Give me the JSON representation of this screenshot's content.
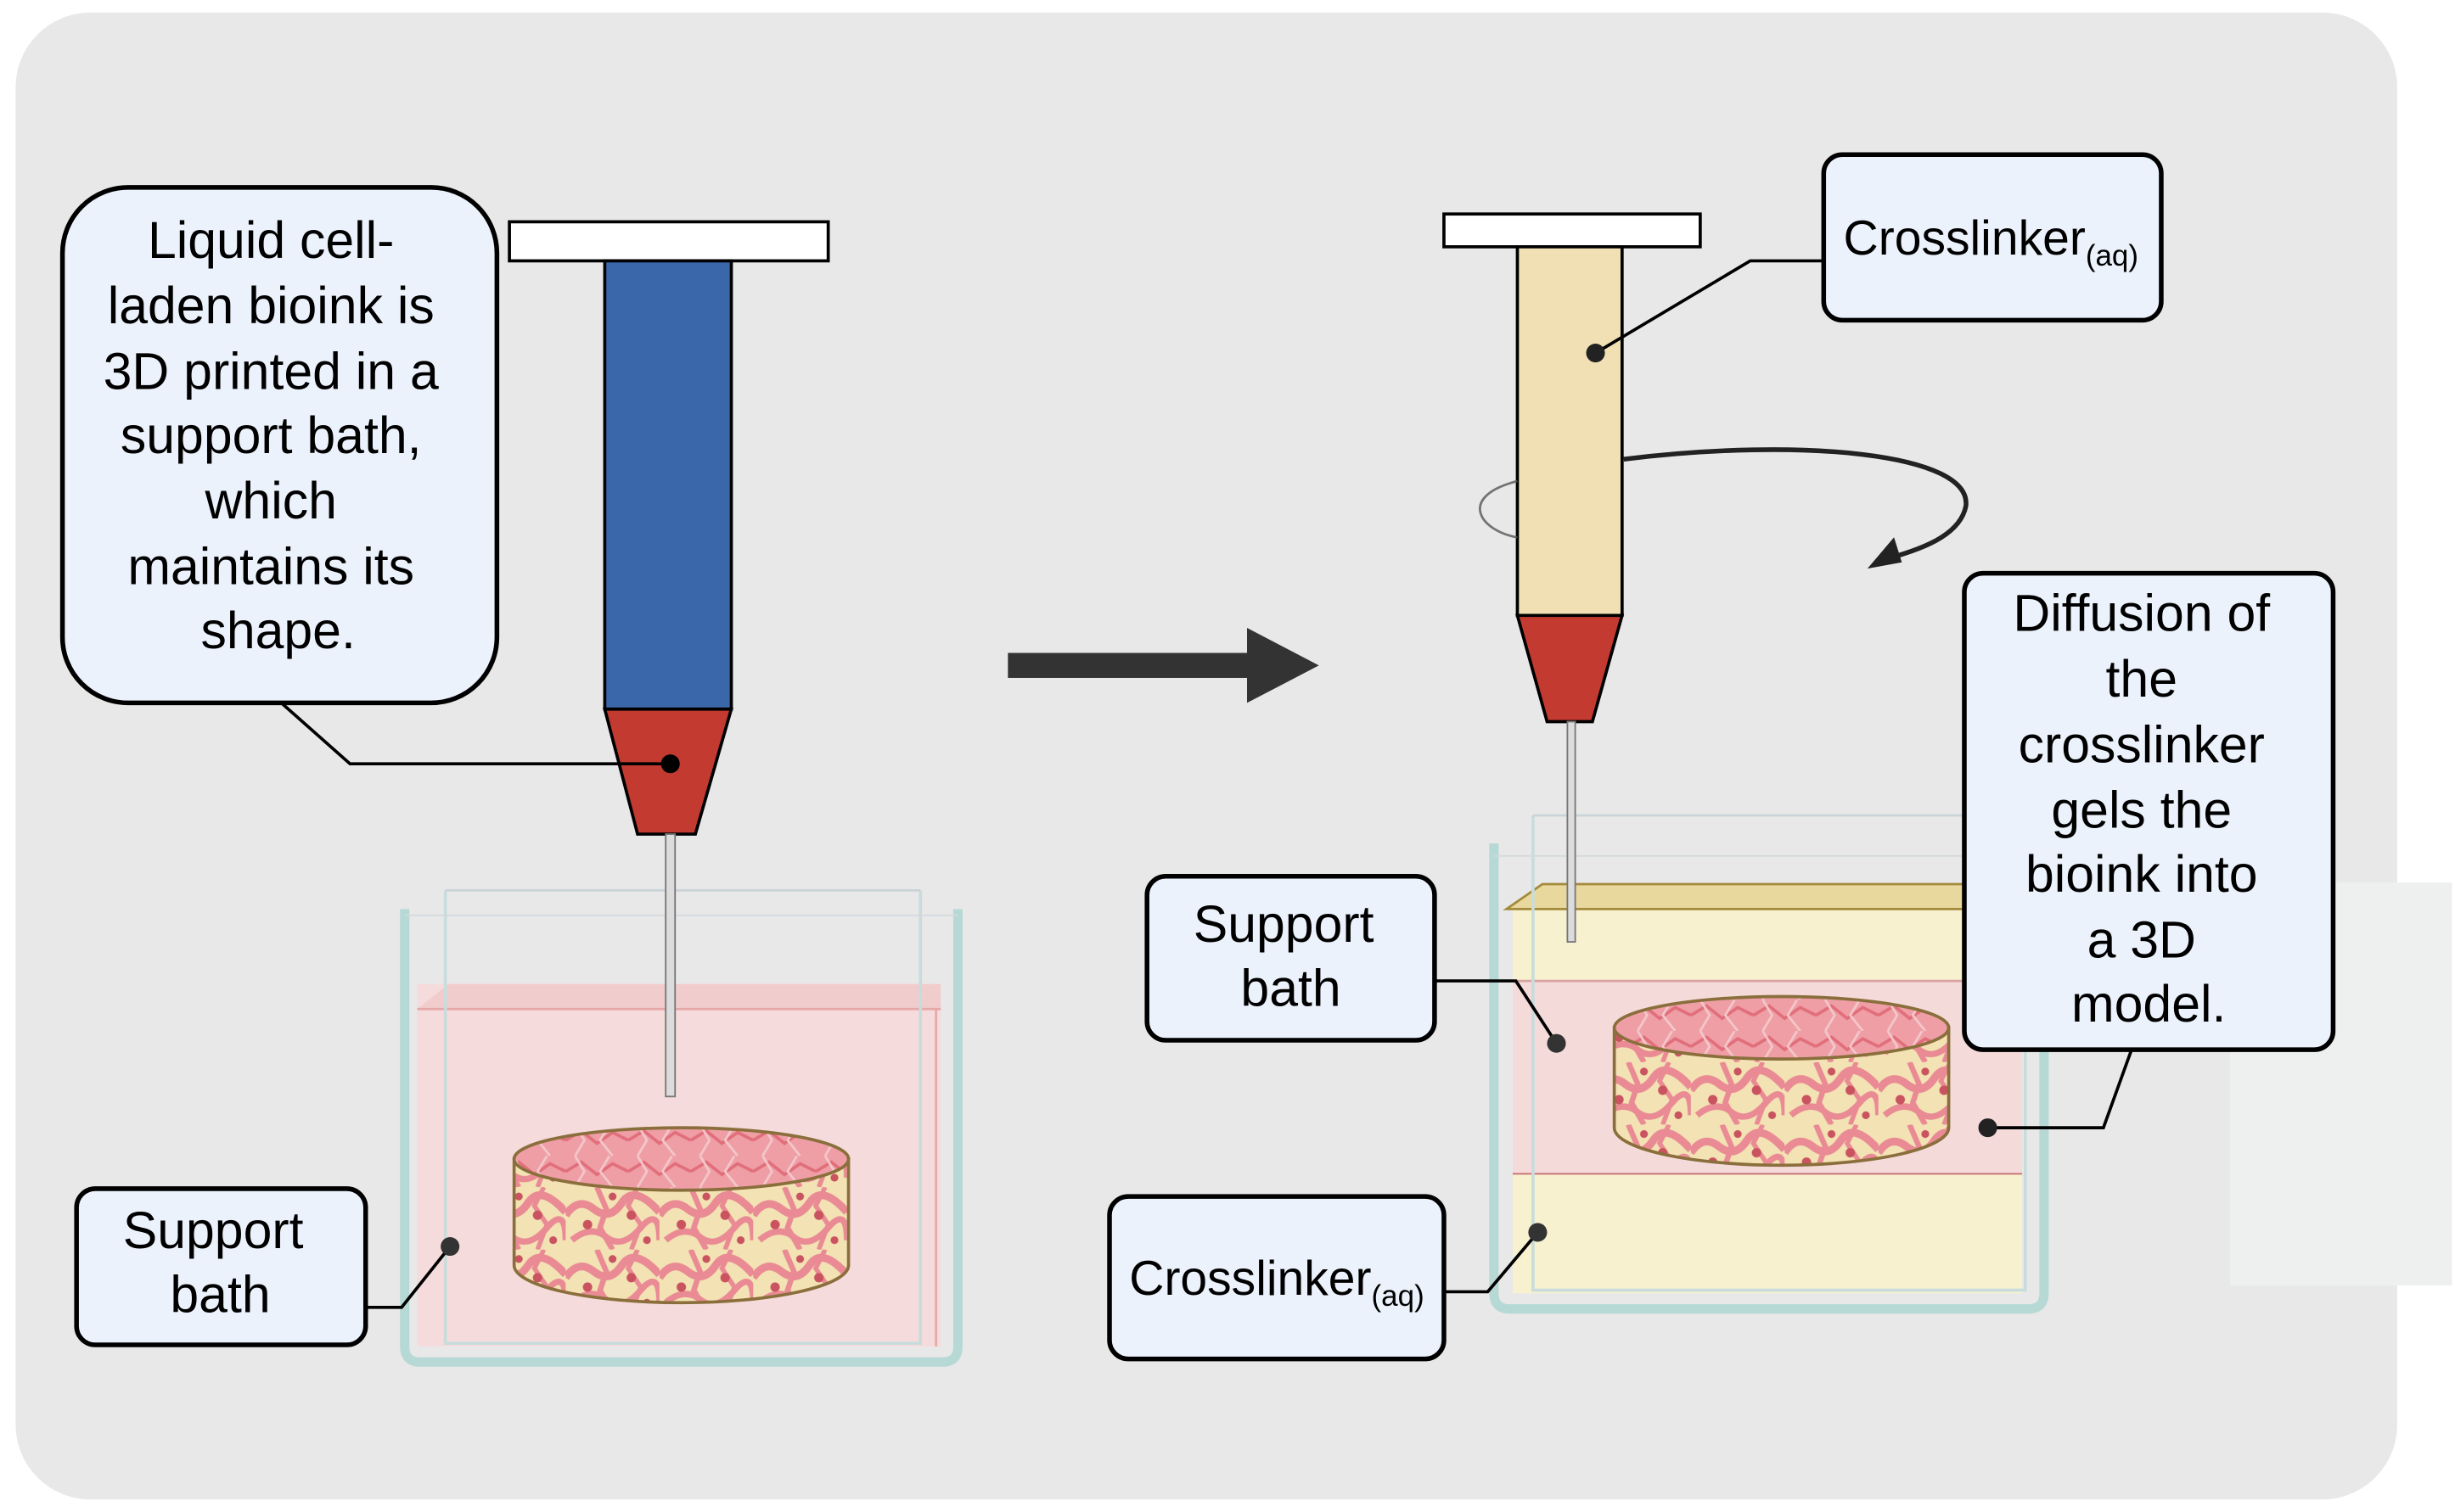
{
  "colors": {
    "panel_bg": "#e8e8e8",
    "syringe_blue": "#3a66aa",
    "syringe_cream": "#f0e0b4",
    "nozzle_red": "#c23a30",
    "bath_pink": "#f5dada",
    "crosslinker_yellow": "#f7f1d0",
    "cell_pink": "#e98a94",
    "cell_cream": "#f3e2b4",
    "callout_fill": "#ebf2fb",
    "arrow": "#333333"
  },
  "labels": {
    "left_callout": [
      "Liquid cell-",
      "laden bioink is",
      "3D printed in a",
      "support bath,",
      "which",
      "maintains its",
      "shape."
    ],
    "left_support_bath": [
      "Support",
      "bath"
    ],
    "right_crosslinker_top": {
      "main": "Crosslinker",
      "sub": "(aq)"
    },
    "right_support_bath": [
      "Support",
      "bath"
    ],
    "right_crosslinker_bottom": {
      "main": "Crosslinker",
      "sub": "(aq)"
    },
    "diffusion_callout": [
      "Diffusion of",
      "the",
      "crosslinker",
      "gels the",
      "bioink into",
      "a 3D",
      "model."
    ]
  },
  "icons": [
    "syringe-icon",
    "needle-icon",
    "bath-container-icon",
    "cell-disc-icon",
    "process-arrow-icon",
    "rotation-arrow-icon"
  ]
}
